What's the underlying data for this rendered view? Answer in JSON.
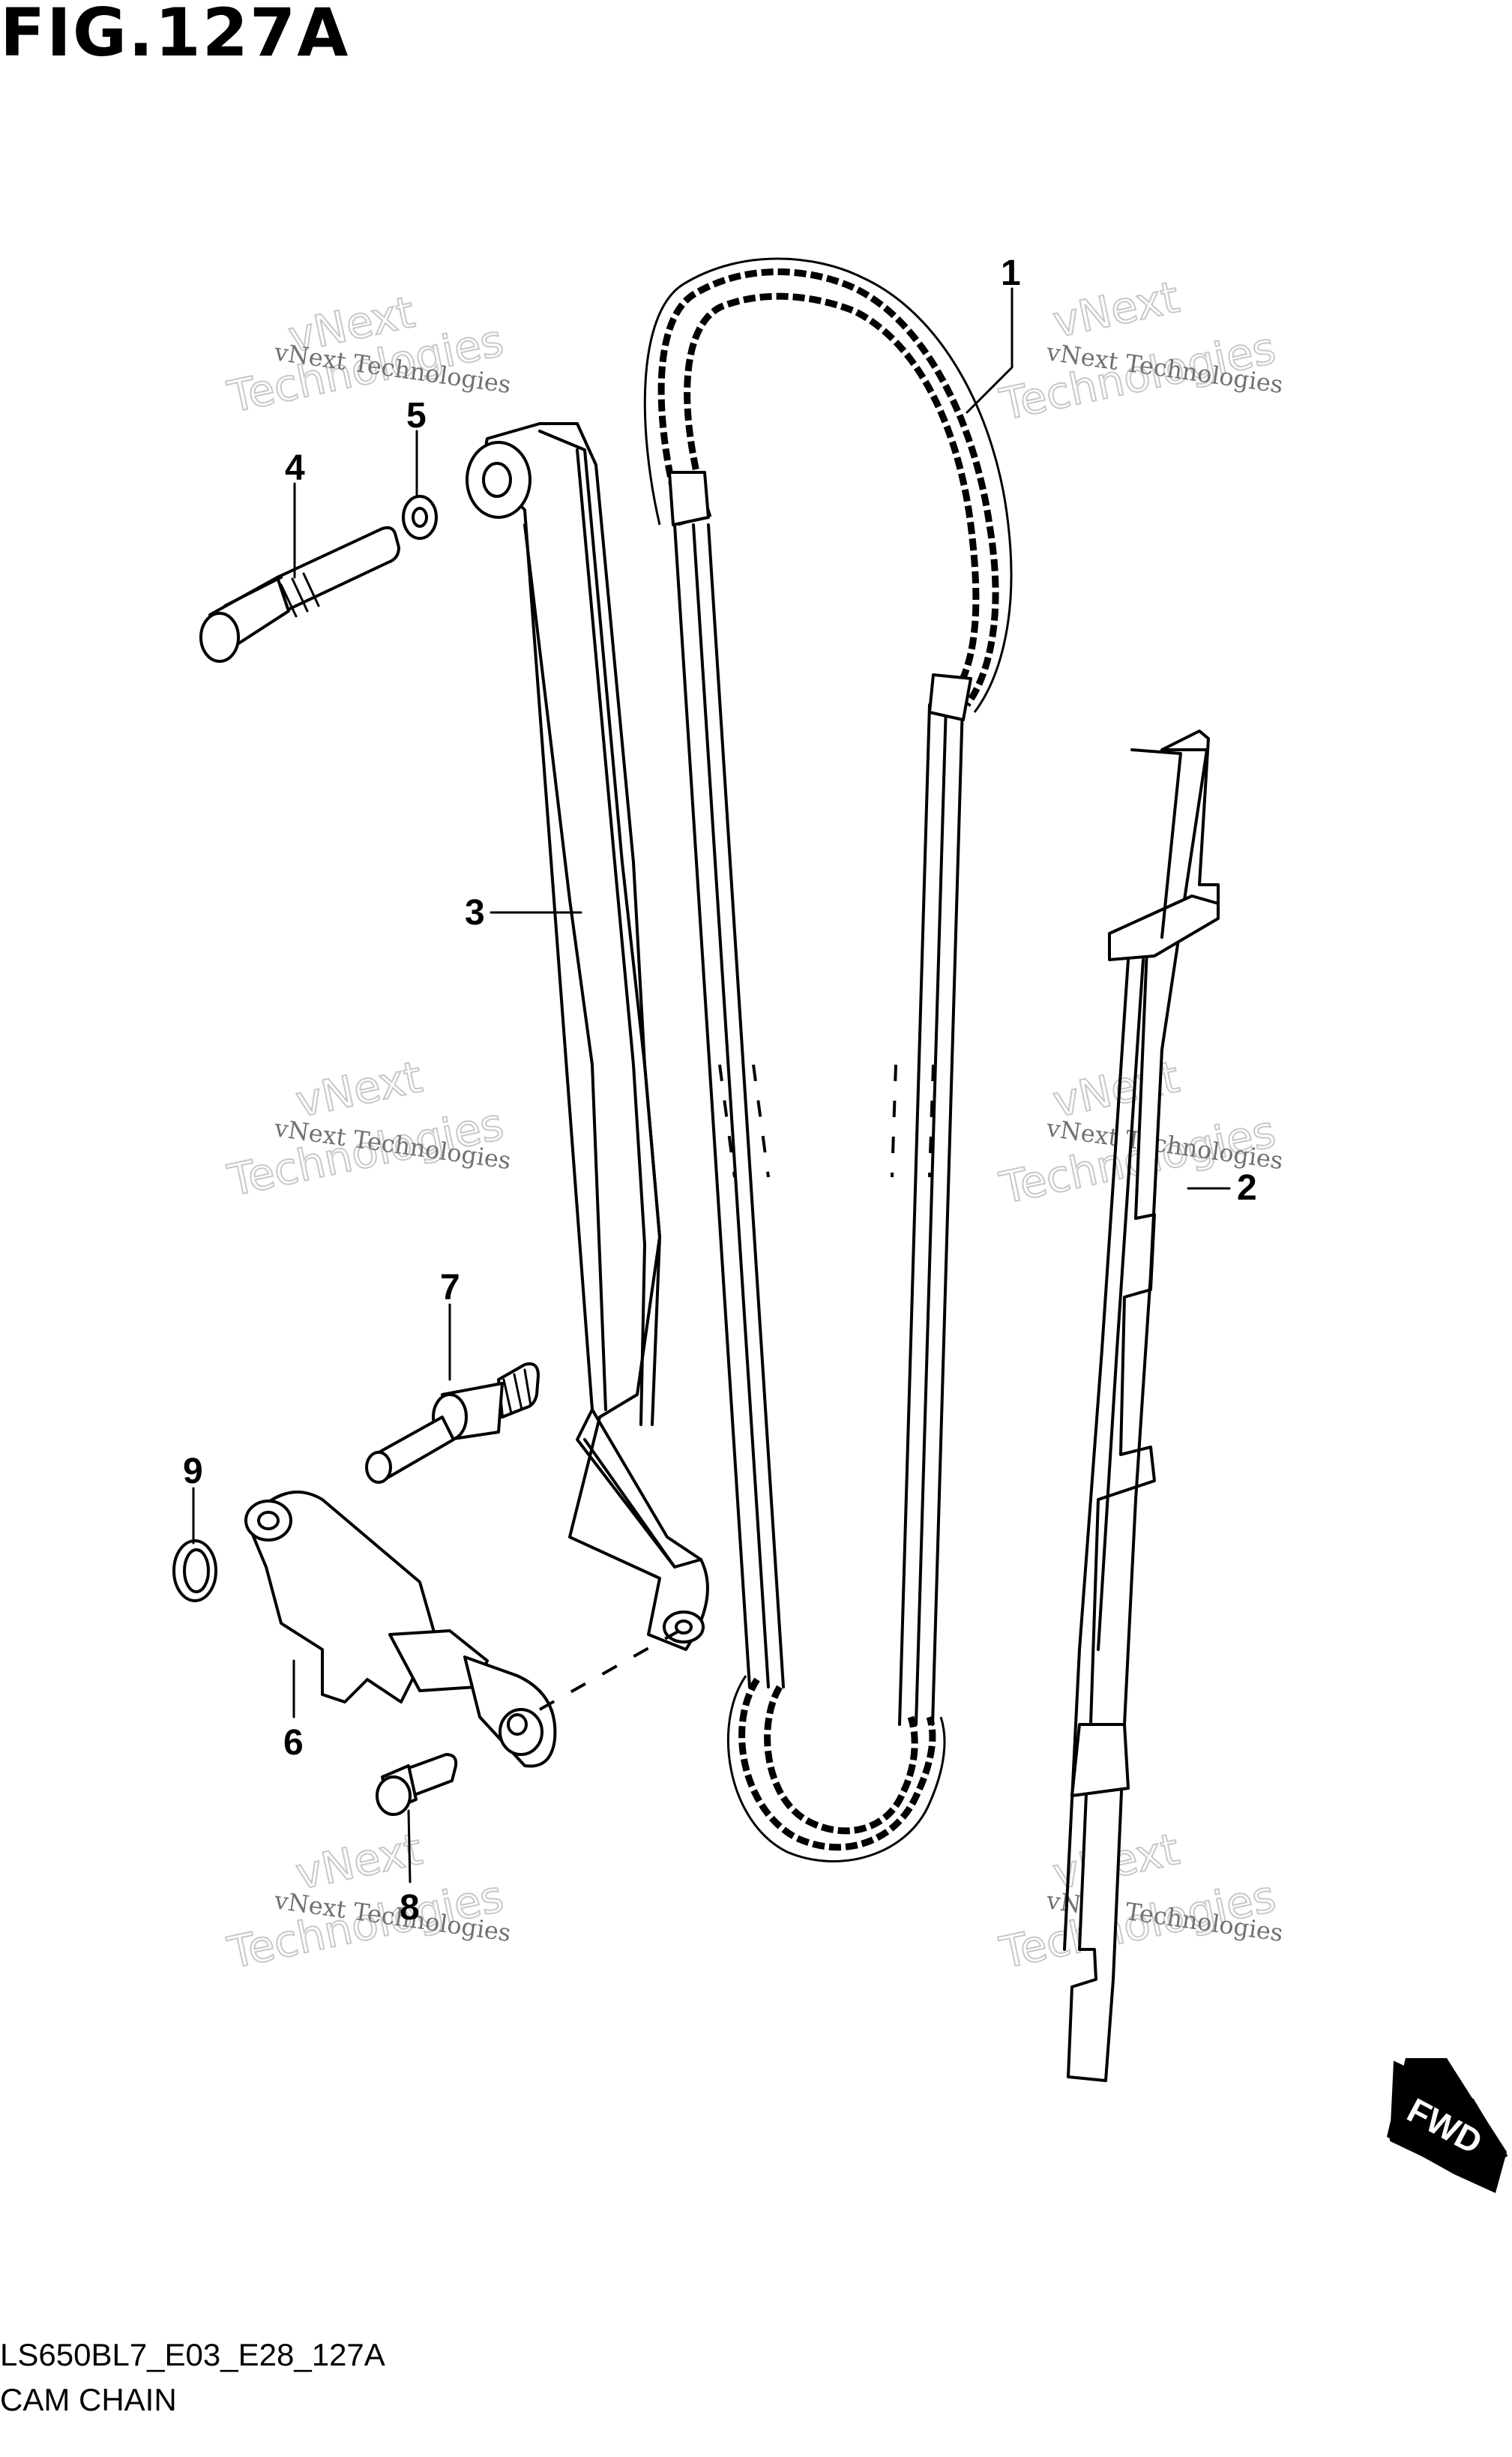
{
  "figure": {
    "title": "FIG.127A",
    "code": "LS650BL7_E03_E28_127A",
    "name": "CAM CHAIN"
  },
  "callouts": [
    "1",
    "2",
    "3",
    "4",
    "5",
    "6",
    "7",
    "8",
    "9"
  ],
  "watermark": {
    "line1": "vNext Technologies",
    "line2": "Technologies",
    "line3": "vNext"
  },
  "direction_badge": {
    "label": "FWD"
  }
}
